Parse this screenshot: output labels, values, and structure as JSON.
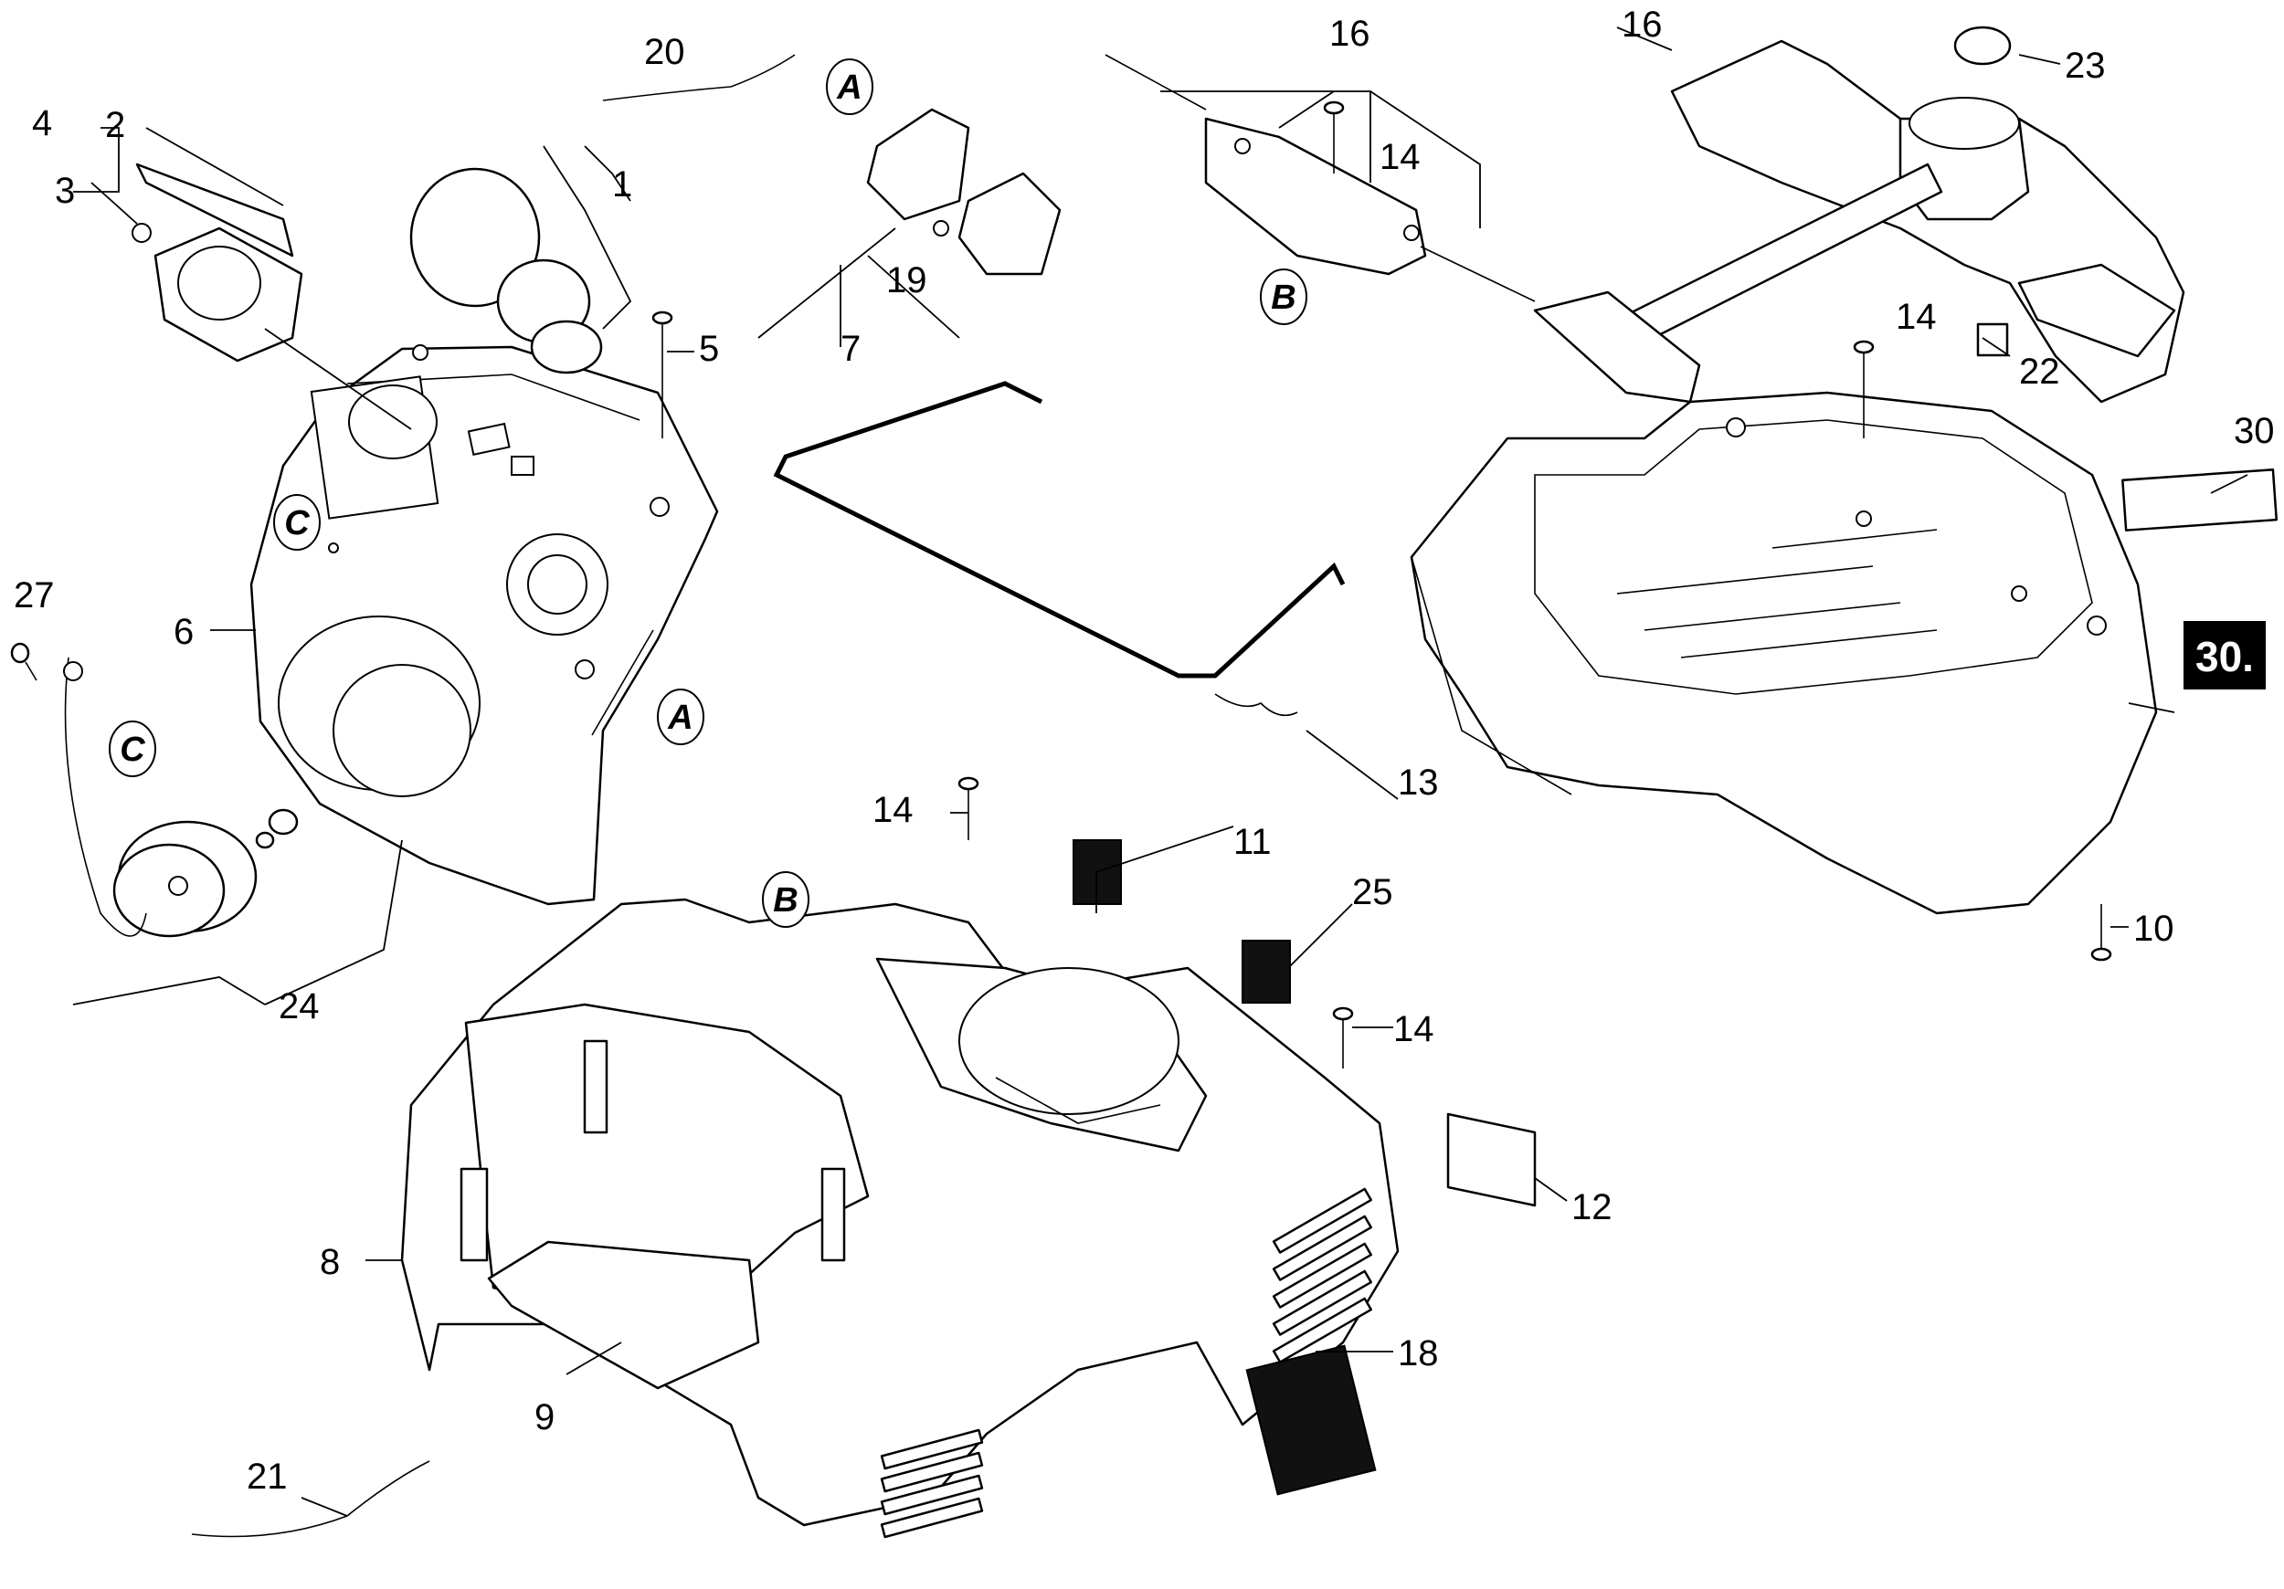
{
  "figure": {
    "section_badge": "30.",
    "callouts": {
      "c1": "1",
      "c2": "2",
      "c3": "3",
      "c4": "4",
      "c5": "5",
      "c6": "6",
      "c7": "7",
      "c8": "8",
      "c9": "9",
      "c10": "10",
      "c11": "11",
      "c12": "12",
      "c13": "13",
      "c14a": "14",
      "c14b": "14",
      "c14c": "14",
      "c14d": "14",
      "c16a": "16",
      "c16b": "16",
      "c18": "18",
      "c19": "19",
      "c20": "20",
      "c21": "21",
      "c22": "22",
      "c23": "23",
      "c24": "24",
      "c25": "25",
      "c27": "27",
      "c30": "30"
    },
    "reference_marks": {
      "a1": "A",
      "a2": "A",
      "b1": "B",
      "b2": "B",
      "c1": "C",
      "c2": "C"
    }
  },
  "colors": {
    "line": "#000000",
    "fill": "#ffffff",
    "badge": "#000000"
  }
}
